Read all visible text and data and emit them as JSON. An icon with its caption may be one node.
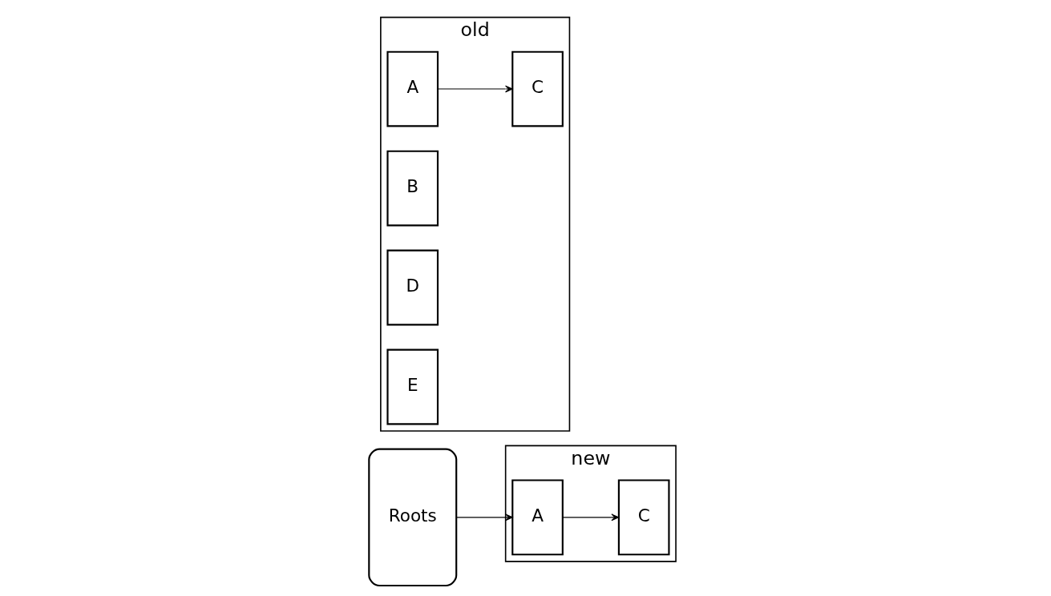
{
  "diagram": {
    "nodes": [
      {
        "text": [
          "Roots"
        ]
      },
      {
        "text": [
          "old"
        ]
      },
      {
        "text": [
          "A"
        ],
        "in": 1
      },
      {
        "text": [
          "B"
        ],
        "in": 1
      },
      {
        "text": [
          "C"
        ],
        "in": 1
      },
      {
        "text": [
          "D"
        ],
        "in": 1
      },
      {
        "text": [
          "E"
        ],
        "in": 1
      },
      {
        "text": [
          "new"
        ]
      },
      {
        "text": [
          "A"
        ],
        "in": 7
      },
      {
        "text": [
          "C"
        ],
        "in": 7
      }
    ],
    "edges": [
      {
        "from": 0,
        "to": 8,
        "arrow": "to"
      },
      {
        "from": 2,
        "to": 4,
        "arrow": "to"
      },
      {
        "from": 8,
        "to": 9,
        "arrow": "to"
      }
    ]
  }
}
